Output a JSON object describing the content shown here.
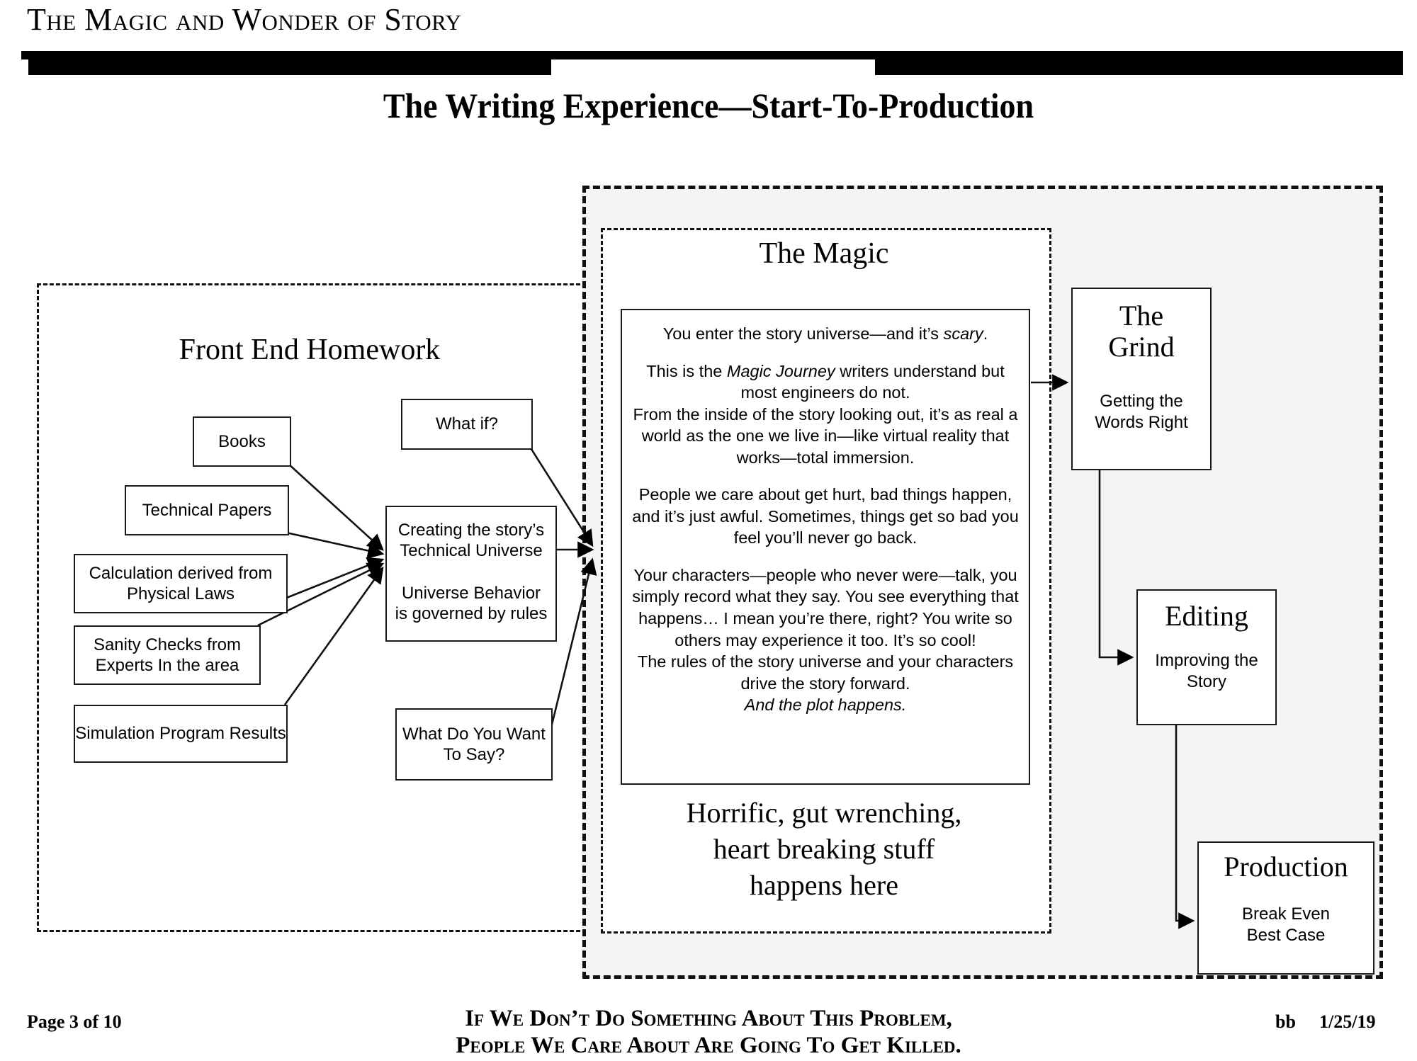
{
  "header": {
    "eyebrow": "The Magic and Wonder of Story",
    "title": "The Writing Experience—Start-To-Production"
  },
  "front_end": {
    "heading": "Front End Homework",
    "inputs": [
      {
        "label": "Books"
      },
      {
        "label": "Technical Papers"
      },
      {
        "label": "Calculation derived from Physical Laws"
      },
      {
        "label": "Sanity Checks from Experts In the area"
      },
      {
        "label": "Simulation Program Results"
      }
    ],
    "questions": [
      {
        "label": "What if?"
      },
      {
        "label": "What Do You Want To Say?"
      }
    ],
    "hub": {
      "line1": "Creating the story’s",
      "line2": "Technical Universe",
      "line3": "Universe Behavior",
      "line4": "is governed by rules"
    }
  },
  "magic": {
    "heading": "The Magic",
    "paragraphs": [
      [
        {
          "t": "You enter the story universe—and it’s "
        },
        {
          "t": "scary",
          "i": true
        },
        {
          "t": "."
        }
      ],
      [
        {
          "t": "This is the "
        },
        {
          "t": "Magic Journey",
          "i": true
        },
        {
          "t": " writers understand but most engineers do not."
        },
        {
          "br": true
        },
        {
          "t": "From the inside of the story looking out, it’s as real a world as the one we live in—like virtual reality that works—total immersion."
        }
      ],
      [
        {
          "t": "People we care about get hurt, bad things happen, and it’s just awful. Sometimes, things get so bad you feel you’ll never go back."
        }
      ],
      [
        {
          "t": "Your characters—people who never were—talk, you simply record what they say. You see everything that happens… I mean you’re there, right? You write so others may experience it too. It’s so cool!"
        },
        {
          "br": true
        },
        {
          "t": "The rules of the story universe and your characters drive the story forward."
        },
        {
          "br": true
        },
        {
          "t": "And the plot happens.",
          "i": true
        }
      ]
    ],
    "footer_note": "Horrific, gut wrenching,\nheart breaking stuff\nhappens here"
  },
  "pipeline": [
    {
      "title": "The\nGrind",
      "subtitle": "Getting the\nWords Right"
    },
    {
      "title": "Editing",
      "subtitle": "Improving the\nStory"
    },
    {
      "title": "Production",
      "subtitle": "Break Even\nBest Case"
    }
  ],
  "footer": {
    "page": "Page 3 of 10",
    "tagline_line1": "If We Don’t Do Something About This Problem,",
    "tagline_line2": "People We Care About Are Going To Get Killed.",
    "author": "bb",
    "date": "1/25/19"
  },
  "colors": {
    "ink": "#000000",
    "shaded_region": "#f4f4f4",
    "box_border": "#1a1a1a"
  }
}
